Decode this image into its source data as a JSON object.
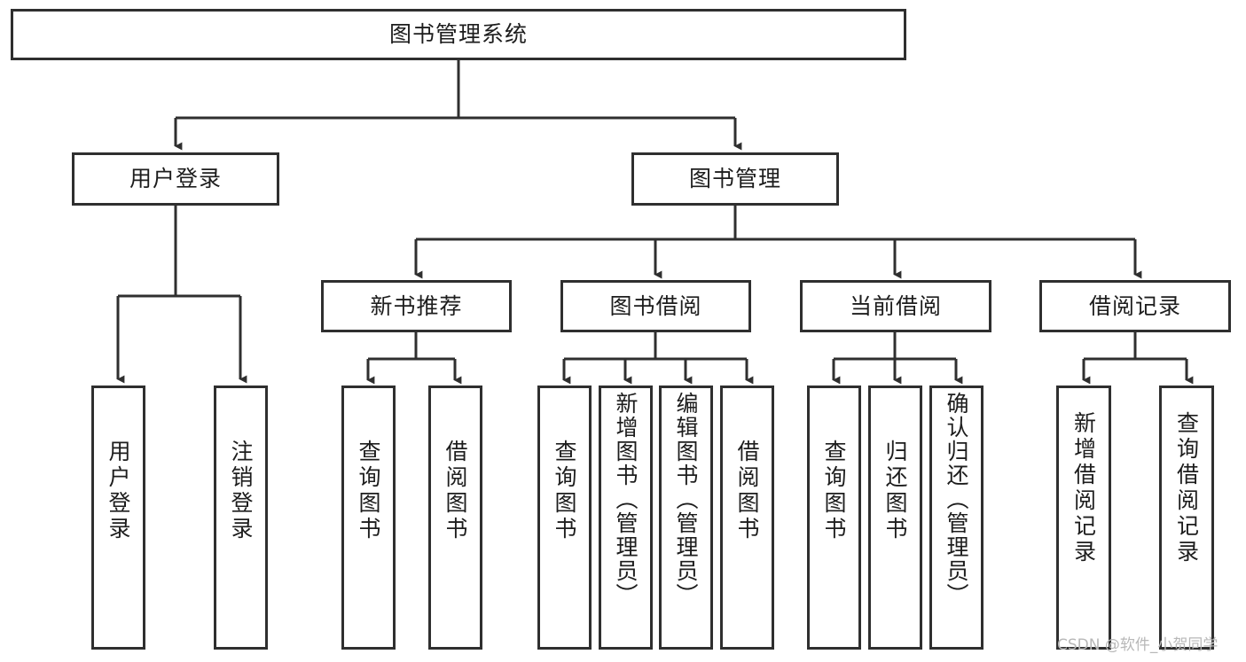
{
  "diagram": {
    "title": "图书管理系统",
    "type": "hierarchy-tree",
    "background_color": "#ffffff",
    "line_color": "#2f2f2f",
    "box_border_color": "#2f2f2f",
    "text_color": "#1d1d1d",
    "levels": 4,
    "nodes": {
      "root": {
        "label": "图书管理系统"
      },
      "level2": [
        {
          "label": "用户登录"
        },
        {
          "label": "图书管理"
        }
      ],
      "level3": [
        {
          "label": "新书推荐"
        },
        {
          "label": "图书借阅"
        },
        {
          "label": "当前借阅"
        },
        {
          "label": "借阅记录"
        }
      ],
      "leaves_user_login": [
        {
          "label": "用户登录"
        },
        {
          "label": "注销登录"
        }
      ],
      "leaves_new_book": [
        {
          "label": "查询图书"
        },
        {
          "label": "借阅图书"
        }
      ],
      "leaves_borrow": [
        {
          "label": "查询图书"
        },
        {
          "label": "新增图书（管理员）"
        },
        {
          "label": "编辑图书（管理员）"
        },
        {
          "label": "借阅图书"
        }
      ],
      "leaves_current": [
        {
          "label": "查询图书"
        },
        {
          "label": "归还图书"
        },
        {
          "label": "确认归还（管理员）"
        }
      ],
      "leaves_record": [
        {
          "label": "新增借阅记录"
        },
        {
          "label": "查询借阅记录"
        }
      ]
    }
  },
  "watermark": {
    "text": "CSDN @软件_小贺同学"
  }
}
